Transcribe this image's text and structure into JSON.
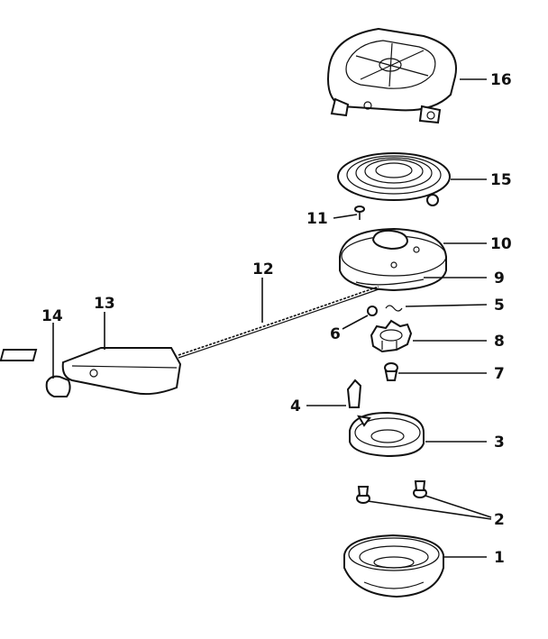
{
  "diagram": {
    "labels": {
      "p1": "1",
      "p2": "2",
      "p3": "3",
      "p4": "4",
      "p5": "5",
      "p6": "6",
      "p7": "7",
      "p8": "8",
      "p9": "9",
      "p10": "10",
      "p11": "11",
      "p12": "12",
      "p13": "13",
      "p14": "14",
      "p15": "15",
      "p16": "16"
    }
  }
}
